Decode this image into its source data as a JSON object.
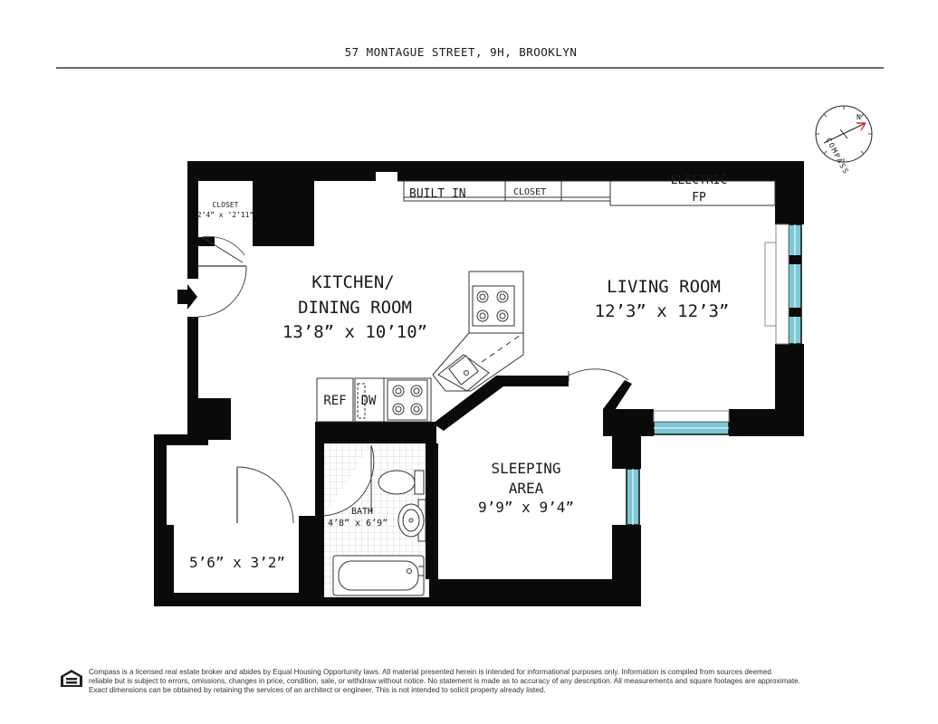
{
  "header": {
    "address": "57 MONTAGUE STREET, 9H, BROOKLYN"
  },
  "compass": {
    "label": "COMPASS",
    "north": "N"
  },
  "rooms": {
    "kitchen": {
      "line1": "KITCHEN/",
      "line2": "DINING ROOM",
      "dims": "13’8” x 10’10”"
    },
    "living": {
      "name": "LIVING ROOM",
      "dims": "12’3” x 12’3”"
    },
    "sleeping": {
      "line1": "SLEEPING",
      "line2": "AREA",
      "dims": "9’9” x 9’4”"
    },
    "bath": {
      "name": "BATH",
      "dims": "4’8” x 6’9”"
    },
    "closet": {
      "name": "CLOSET",
      "dims": "2’4” x ’2’11”"
    },
    "storage": {
      "dims": "5’6” x 3’2”"
    }
  },
  "fixtures": {
    "built_in": "BUILT IN",
    "closet_label": "CLOSET",
    "electric_line1": "ELECTRIC",
    "electric_line2": "FP",
    "ref": "REF",
    "dw": "DW"
  },
  "footer": {
    "disclaimer_line1": "Compass is a licensed real estate broker and abides by Equal Housing Opportunity laws. All material presented herein is intended for informational purposes only. Information is compiled from sources deemed",
    "disclaimer_line2": "reliable but is subject to errors, omissions, changes in price, condition, sale, or withdraw without notice. No statement is made as to accuracy of any description. All measurements and square footages are approximate.",
    "disclaimer_line3": "Exact dimensions can be obtained by retaining the services of an architect or engineer. This is not intended to solicit property already listed."
  },
  "colors": {
    "wall": "#0a0a0a",
    "window": "#7dc8d6",
    "compass_north": "#d62b2b",
    "tile": "#cfcfcf"
  }
}
